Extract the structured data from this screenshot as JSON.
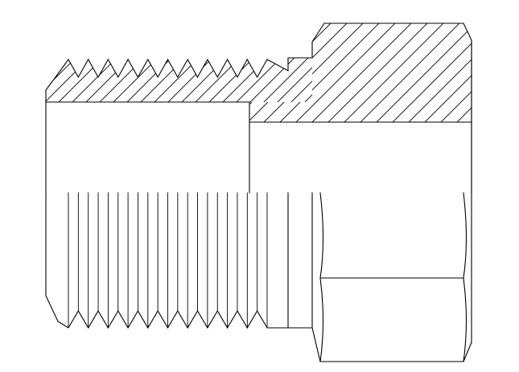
{
  "drawing": {
    "subject": "threaded-reducer-adapter-half-section",
    "colors": {
      "line": "#000000",
      "background": "#ffffff"
    },
    "thread": {
      "crest_count": 11
    },
    "hatch": {
      "angle_deg": 45
    },
    "views": [
      "upper-half-section",
      "lower-half-exterior"
    ]
  }
}
